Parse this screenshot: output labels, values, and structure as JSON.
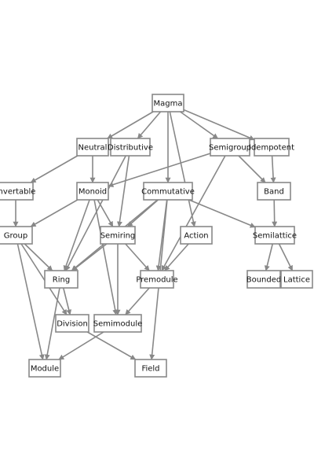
{
  "colors": {
    "edge": "#888888",
    "node_border": "#888888",
    "node_fill": "#ffffff",
    "text": "#111111"
  },
  "nodes": [
    {
      "id": "magma",
      "label": "Magma"
    },
    {
      "id": "neutral",
      "label": "Neutral"
    },
    {
      "id": "distributive",
      "label": "Distributive"
    },
    {
      "id": "semigroup",
      "label": "Semigroup"
    },
    {
      "id": "idempotent",
      "label": "Idempotent"
    },
    {
      "id": "invertable",
      "label": "Invertable"
    },
    {
      "id": "monoid",
      "label": "Monoid"
    },
    {
      "id": "commutative",
      "label": "Commutative"
    },
    {
      "id": "band",
      "label": "Band"
    },
    {
      "id": "group",
      "label": "Group"
    },
    {
      "id": "semiring",
      "label": "Semiring"
    },
    {
      "id": "action",
      "label": "Action"
    },
    {
      "id": "semilattice",
      "label": "Semilattice"
    },
    {
      "id": "ring",
      "label": "Ring"
    },
    {
      "id": "premodule",
      "label": "Premodule"
    },
    {
      "id": "bounded",
      "label": "Bounded"
    },
    {
      "id": "lattice",
      "label": "Lattice"
    },
    {
      "id": "division",
      "label": "Division"
    },
    {
      "id": "semimodule",
      "label": "Semimodule"
    },
    {
      "id": "module",
      "label": "Module"
    },
    {
      "id": "field",
      "label": "Field"
    }
  ],
  "edges": [
    [
      "magma",
      "neutral"
    ],
    [
      "magma",
      "distributive"
    ],
    [
      "magma",
      "semigroup"
    ],
    [
      "magma",
      "idempotent"
    ],
    [
      "magma",
      "commutative"
    ],
    [
      "magma",
      "action"
    ],
    [
      "neutral",
      "invertable"
    ],
    [
      "neutral",
      "monoid"
    ],
    [
      "distributive",
      "semiring"
    ],
    [
      "distributive",
      "ring"
    ],
    [
      "semigroup",
      "monoid"
    ],
    [
      "semigroup",
      "band"
    ],
    [
      "semigroup",
      "premodule"
    ],
    [
      "idempotent",
      "band"
    ],
    [
      "invertable",
      "group"
    ],
    [
      "monoid",
      "group"
    ],
    [
      "monoid",
      "semiring"
    ],
    [
      "monoid",
      "ring"
    ],
    [
      "monoid",
      "semimodule"
    ],
    [
      "commutative",
      "semiring"
    ],
    [
      "commutative",
      "ring"
    ],
    [
      "commutative",
      "premodule"
    ],
    [
      "commutative",
      "semilattice"
    ],
    [
      "commutative",
      "field"
    ],
    [
      "band",
      "semilattice"
    ],
    [
      "group",
      "ring"
    ],
    [
      "group",
      "division"
    ],
    [
      "group",
      "module"
    ],
    [
      "semiring",
      "ring"
    ],
    [
      "semiring",
      "premodule"
    ],
    [
      "semiring",
      "semimodule"
    ],
    [
      "action",
      "premodule"
    ],
    [
      "semilattice",
      "bounded"
    ],
    [
      "semilattice",
      "lattice"
    ],
    [
      "ring",
      "division"
    ],
    [
      "ring",
      "module"
    ],
    [
      "premodule",
      "semimodule"
    ],
    [
      "division",
      "field"
    ],
    [
      "semimodule",
      "module"
    ]
  ]
}
